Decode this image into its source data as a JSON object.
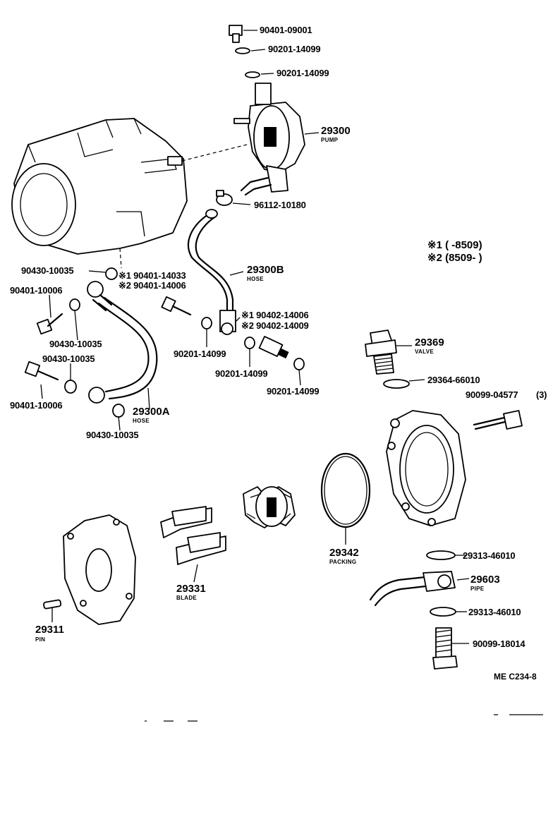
{
  "parts": {
    "p_90401_09001": "90401-09001",
    "p_90201_14099_a": "90201-14099",
    "p_90201_14099_b": "90201-14099",
    "p_29300": "29300",
    "p_29300_name": "PUMP",
    "p_96112_10180": "96112-10180",
    "p_29300b": "29300B",
    "p_29300b_name": "HOSE",
    "p_90430_10035_a": "90430-10035",
    "p_alt1_a": "※1 90401-14033",
    "p_alt2_a": "※2 90401-14006",
    "p_90401_10006_a": "90401-10006",
    "p_90430_10035_b": "90430-10035",
    "p_90430_10035_c": "90430-10035",
    "p_90401_10006_b": "90401-10006",
    "p_29300a": "29300A",
    "p_29300a_name": "HOSE",
    "p_90430_10035_d": "90430-10035",
    "p_alt1_b": "※1 90402-14006",
    "p_alt2_b": "※2 90402-14009",
    "p_90201_14099_c": "90201-14099",
    "p_90201_14099_d": "90201-14099",
    "p_90201_14099_e": "90201-14099",
    "p_29369": "29369",
    "p_29369_name": "VALVE",
    "p_29364_66010": "29364-66010",
    "p_90099_04577": "90099-04577",
    "p_90099_04577_qty": "(3)",
    "p_29342": "29342",
    "p_29342_name": "PACKING",
    "p_29313_46010_a": "29313-46010",
    "p_29603": "29603",
    "p_29603_name": "PIPE",
    "p_29313_46010_b": "29313-46010",
    "p_90099_18014": "90099-18014",
    "p_29331": "29331",
    "p_29331_name": "BLADE",
    "p_29311": "29311",
    "p_29311_name": "PIN"
  },
  "legend": {
    "row1": "※1 (      -8509)",
    "row2": "※2 (8509-      )"
  },
  "diagram_code": "ME  C234-8"
}
